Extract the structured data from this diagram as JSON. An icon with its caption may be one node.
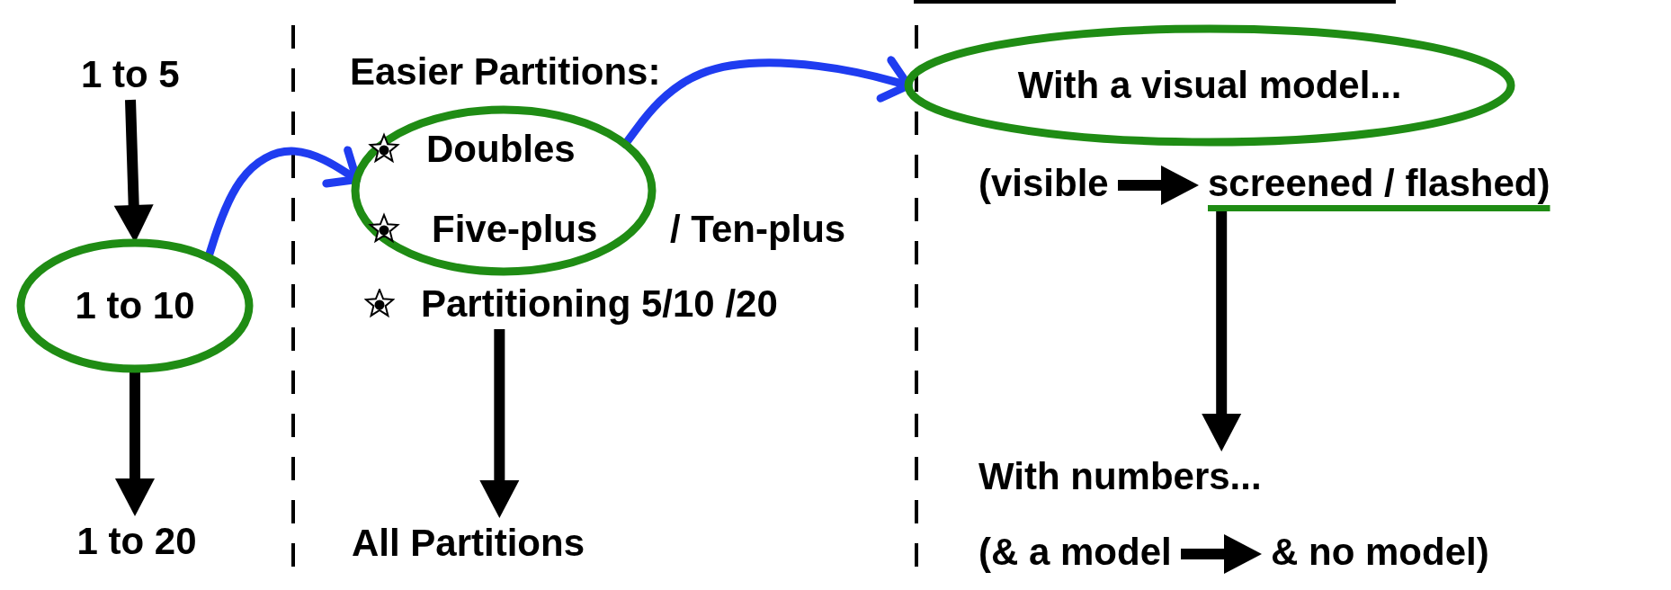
{
  "diagram": {
    "nodes": [
      {
        "text": [
          "1 to 5"
        ]
      },
      {
        "text": [
          "1 to 10"
        ]
      },
      {
        "text": [
          "1 to 20"
        ]
      },
      {
        "text": [
          "Doubles",
          "Five-plus"
        ]
      },
      {
        "text": [
          "Partitioning 5/10 /20"
        ]
      },
      {
        "text": [
          "All Partitions"
        ]
      },
      {
        "text": [
          "With a visual model..."
        ]
      },
      {
        "text": [
          "(visible"
        ]
      },
      {
        "text": [
          "screened / flashed)"
        ]
      },
      {
        "text": [
          "With numbers..."
        ]
      },
      {
        "text": [
          "(& a model"
        ]
      },
      {
        "text": [
          "& no model)"
        ]
      }
    ],
    "edges": [
      {
        "from": 0,
        "to": 1,
        "arrow": "to"
      },
      {
        "from": 1,
        "to": 2,
        "arrow": "to"
      },
      {
        "from": 1,
        "to": 3,
        "arrow": "to",
        "color": "#1f3cf0"
      },
      {
        "from": 3,
        "to": 6,
        "arrow": "to",
        "color": "#1f3cf0"
      },
      {
        "from": 4,
        "to": 5,
        "arrow": "to"
      },
      {
        "from": 7,
        "to": 8,
        "arrow": "to"
      },
      {
        "from": 8,
        "to": 9,
        "arrow": "to"
      },
      {
        "from": 10,
        "to": 11,
        "arrow": "to"
      }
    ],
    "labels": [
      "Easier Partitions:",
      "/ Ten-plus"
    ]
  }
}
